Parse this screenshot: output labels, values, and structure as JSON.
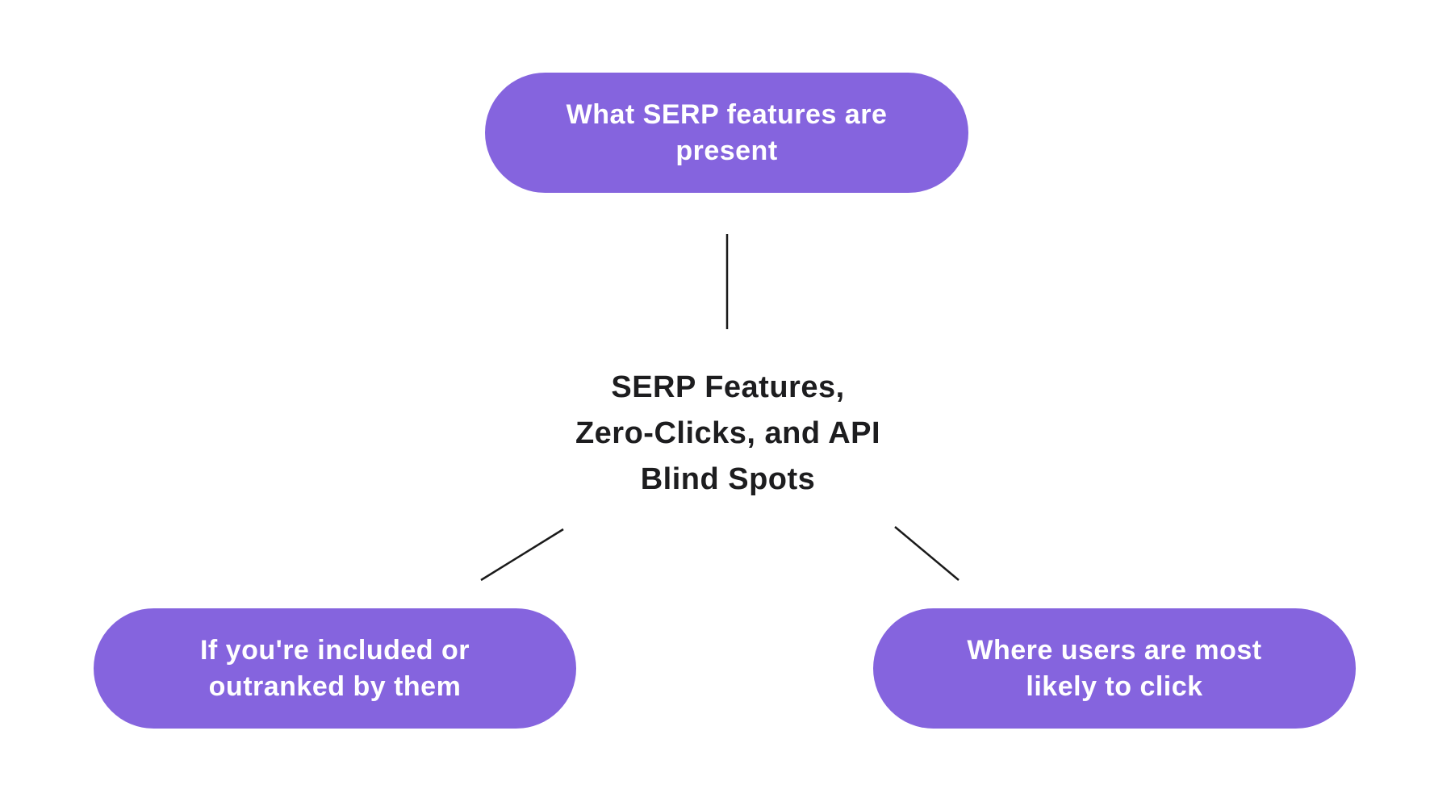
{
  "colors": {
    "background": "#ffffff",
    "pill_fill": "#8564DE",
    "pill_text": "#ffffff",
    "title_text": "#1d1d1f",
    "connector": "#1a1a1a"
  },
  "diagram": {
    "center": {
      "title": "SERP Features,\nZero-Clicks, and API\nBlind Spots"
    },
    "nodes": {
      "top": {
        "label": "What SERP features are\npresent"
      },
      "bottom_left": {
        "label": "If you're included or\noutranked by them"
      },
      "bottom_right": {
        "label": "Where users are most\nlikely to click"
      }
    }
  }
}
